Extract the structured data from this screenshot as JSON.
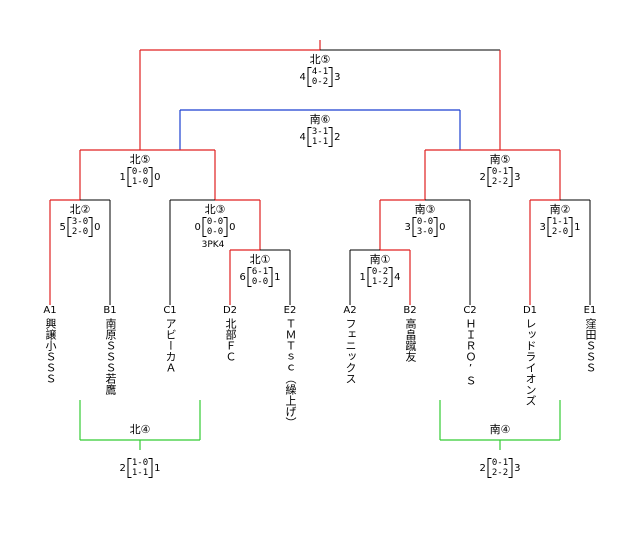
{
  "colors": {
    "red": "#e02020",
    "blue": "#1a3fd0",
    "green": "#33cc33",
    "black": "#000000"
  },
  "teams": [
    {
      "code": "A1",
      "name": "興譲小ＳＳＳ"
    },
    {
      "code": "B1",
      "name": "南原ＳＳＳ若鷹"
    },
    {
      "code": "C1",
      "name": "アビーカＡ"
    },
    {
      "code": "D2",
      "name": "北部ＦＣ"
    },
    {
      "code": "E2",
      "name": "ＴＭＴｓｃ（繰上げ）"
    },
    {
      "code": "A2",
      "name": "フェニックス"
    },
    {
      "code": "B2",
      "name": "高畠蹴友"
    },
    {
      "code": "C2",
      "name": "ＨＩＲＯ’Ｓ"
    },
    {
      "code": "D1",
      "name": "レッドライオンズ"
    },
    {
      "code": "E1",
      "name": "窪田ＳＳＳ"
    }
  ],
  "matches": {
    "kita5_top": {
      "label": "北⑤",
      "left": "4",
      "right": "3",
      "h1": "4-1",
      "h2": "0-2"
    },
    "minami6": {
      "label": "南⑥",
      "left": "4",
      "right": "2",
      "h1": "3-1",
      "h2": "1-1"
    },
    "kita5": {
      "label": "北⑤",
      "left": "1",
      "right": "0",
      "h1": "0-0",
      "h2": "1-0"
    },
    "minami5": {
      "label": "南⑤",
      "left": "2",
      "right": "3",
      "h1": "0-1",
      "h2": "2-2"
    },
    "kita2": {
      "label": "北②",
      "left": "5",
      "right": "0",
      "h1": "3-0",
      "h2": "2-0"
    },
    "kita3": {
      "label": "北③",
      "left": "0",
      "right": "0",
      "h1": "0-0",
      "h2": "0-0",
      "pk": "3PK4"
    },
    "kita1": {
      "label": "北①",
      "left": "6",
      "right": "1",
      "h1": "6-1",
      "h2": "0-0"
    },
    "minami3": {
      "label": "南③",
      "left": "3",
      "right": "0",
      "h1": "0-0",
      "h2": "3-0"
    },
    "minami2": {
      "label": "南②",
      "left": "3",
      "right": "1",
      "h1": "1-1",
      "h2": "2-0"
    },
    "minami1": {
      "label": "南①",
      "left": "1",
      "right": "4",
      "h1": "0-2",
      "h2": "1-2"
    },
    "kita4": {
      "label": "北④",
      "left": "2",
      "right": "1",
      "h1": "1-0",
      "h2": "1-1"
    },
    "minami4": {
      "label": "南④",
      "left": "2",
      "right": "3",
      "h1": "0-1",
      "h2": "2-2"
    }
  }
}
